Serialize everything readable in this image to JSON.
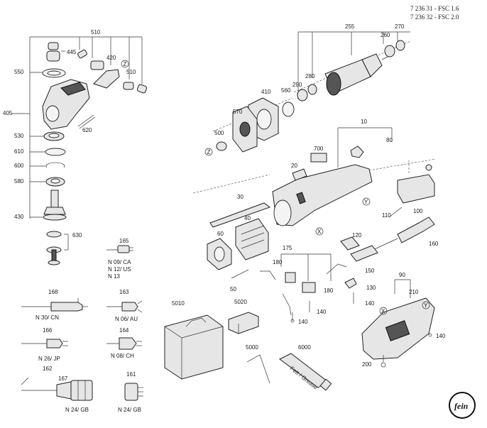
{
  "header": {
    "lines": [
      "7 236 31 - FSC 1.6",
      "7 236 32 - FSC 2.0"
    ]
  },
  "tube_text": "Fett / Grease",
  "parts": {
    "p10": "10",
    "p20": "20",
    "p30": "30",
    "p40": "40",
    "p50": "50",
    "p60": "60",
    "p80": "80",
    "p90": "90",
    "p100": "100",
    "p110": "110",
    "p120": "120",
    "p130": "130",
    "p140": "140",
    "p150": "150",
    "p160": "160",
    "p161": "161",
    "p162": "162",
    "p163": "163",
    "p164": "164",
    "p165": "165",
    "p166": "166",
    "p167": "167",
    "p168": "168",
    "p175": "175",
    "p180": "180",
    "p200": "200",
    "p210": "210",
    "p255": "255",
    "p260": "260",
    "p270": "270",
    "p280": "280",
    "p290": "290",
    "p405": "405",
    "p410": "410",
    "p420": "420",
    "p430": "430",
    "p445": "445",
    "p500": "500",
    "p510": "510",
    "p530": "530",
    "p550": "550",
    "p560": "560",
    "p570": "570",
    "p580": "580",
    "p600": "600",
    "p610": "610",
    "p620": "620",
    "p630": "630",
    "p700": "700",
    "p5000": "5000",
    "p5010": "5010",
    "p5020": "5020",
    "p6000": "6000"
  },
  "markers": {
    "X": "X",
    "Y": "Y",
    "Z": "Z"
  },
  "plugs": {
    "n09": "N 09/ CA",
    "n12": "N 12/ US",
    "n13": "N 13",
    "n30": "N 30/ CN",
    "n06": "N 06/ AU",
    "n26": "N 26/ JP",
    "n08": "N 08/ CH",
    "n24a": "N 24/ GB",
    "n24b": "N 24/ GB"
  }
}
